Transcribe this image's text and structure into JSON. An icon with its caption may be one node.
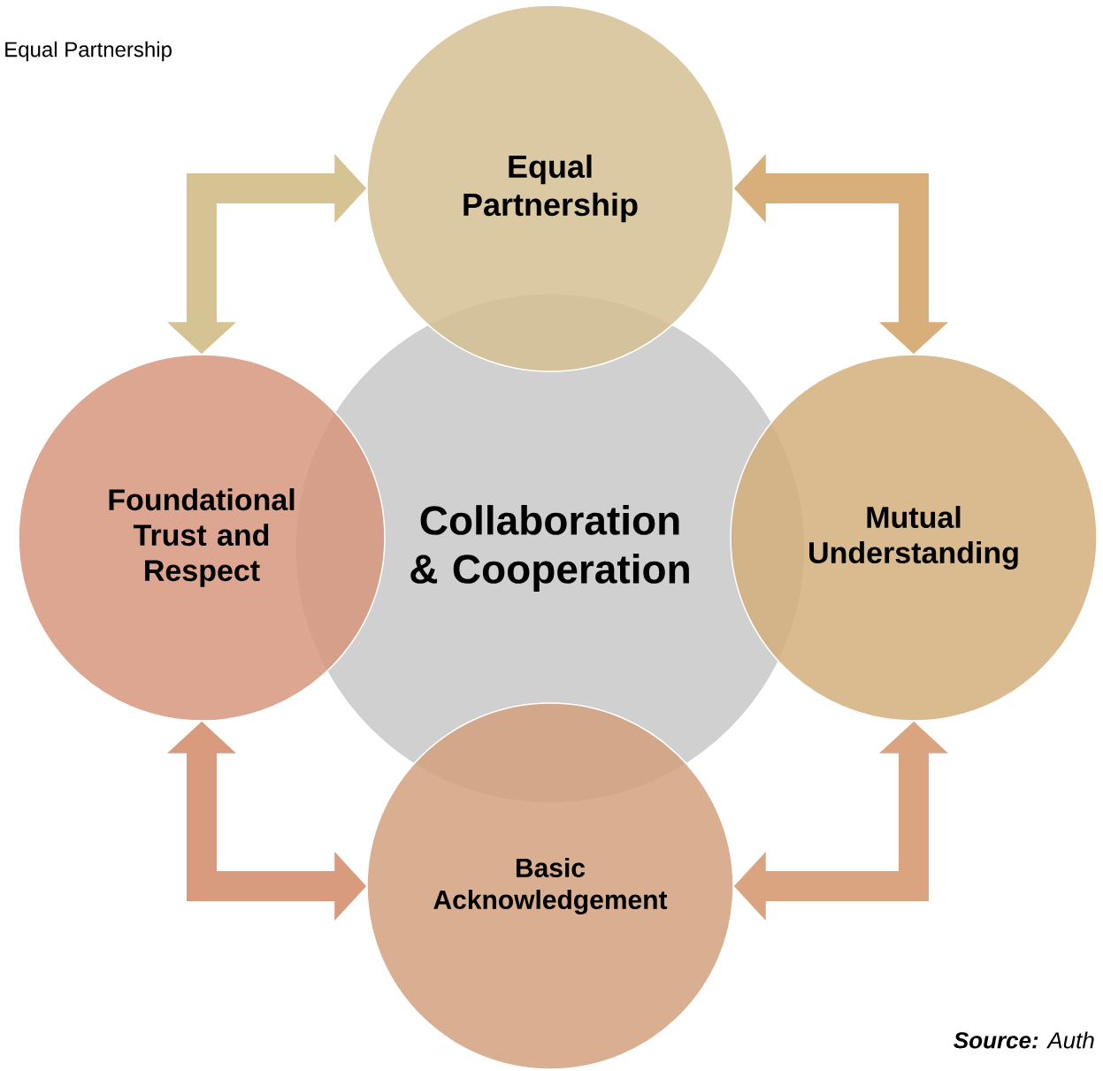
{
  "diagram": {
    "nodes": [
      {
        "text": [
          "Equal Partnership"
        ]
      },
      {
        "text": [
          "Foundational Trust and Respect"
        ]
      },
      {
        "text": [
          "Collaboration & Cooperation"
        ]
      },
      {
        "text": [
          "Mutual Understanding"
        ]
      },
      {
        "text": [
          "Basic Acknowledgement"
        ]
      }
    ],
    "edges": [
      {
        "from": 1,
        "to": 0,
        "arrow": "both",
        "color": "#d6c393"
      },
      {
        "from": 3,
        "to": 0,
        "arrow": "both",
        "color": "#d8af7b"
      },
      {
        "from": 1,
        "to": 4,
        "arrow": "both",
        "color": "#d99b7d"
      },
      {
        "from": 3,
        "to": 4,
        "arrow": "both",
        "color": "#d9a47f"
      }
    ],
    "labels": [
      "Equal Partnership",
      "**Source:** Auth"
    ]
  }
}
